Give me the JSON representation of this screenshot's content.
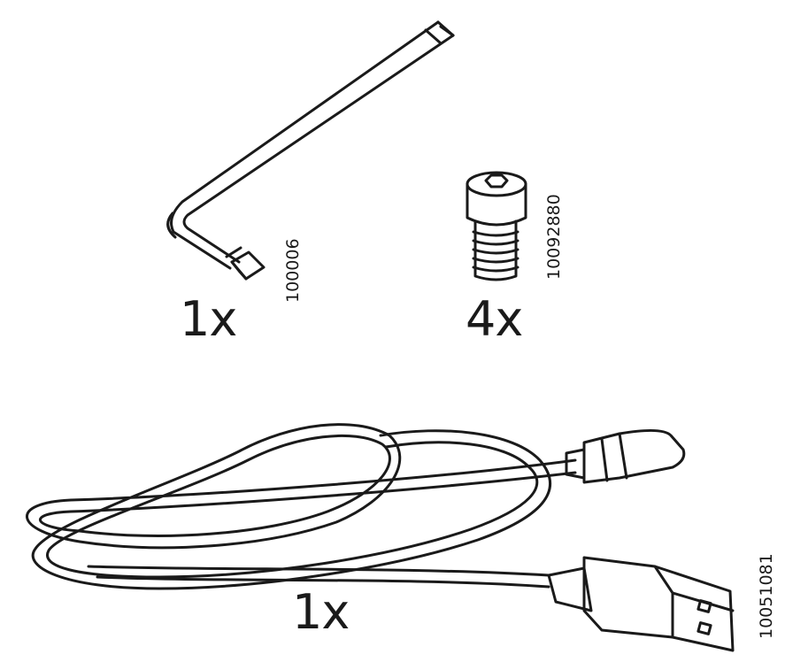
{
  "parts": [
    {
      "id": "allen-key",
      "quantity": "1x",
      "article_number": "100006",
      "icon": "allen-key-icon"
    },
    {
      "id": "bolt",
      "quantity": "4x",
      "article_number": "10092880",
      "icon": "socket-head-bolt-icon"
    },
    {
      "id": "usb-cable",
      "quantity": "1x",
      "article_number": "10051081",
      "icon": "usb-cable-icon"
    }
  ]
}
